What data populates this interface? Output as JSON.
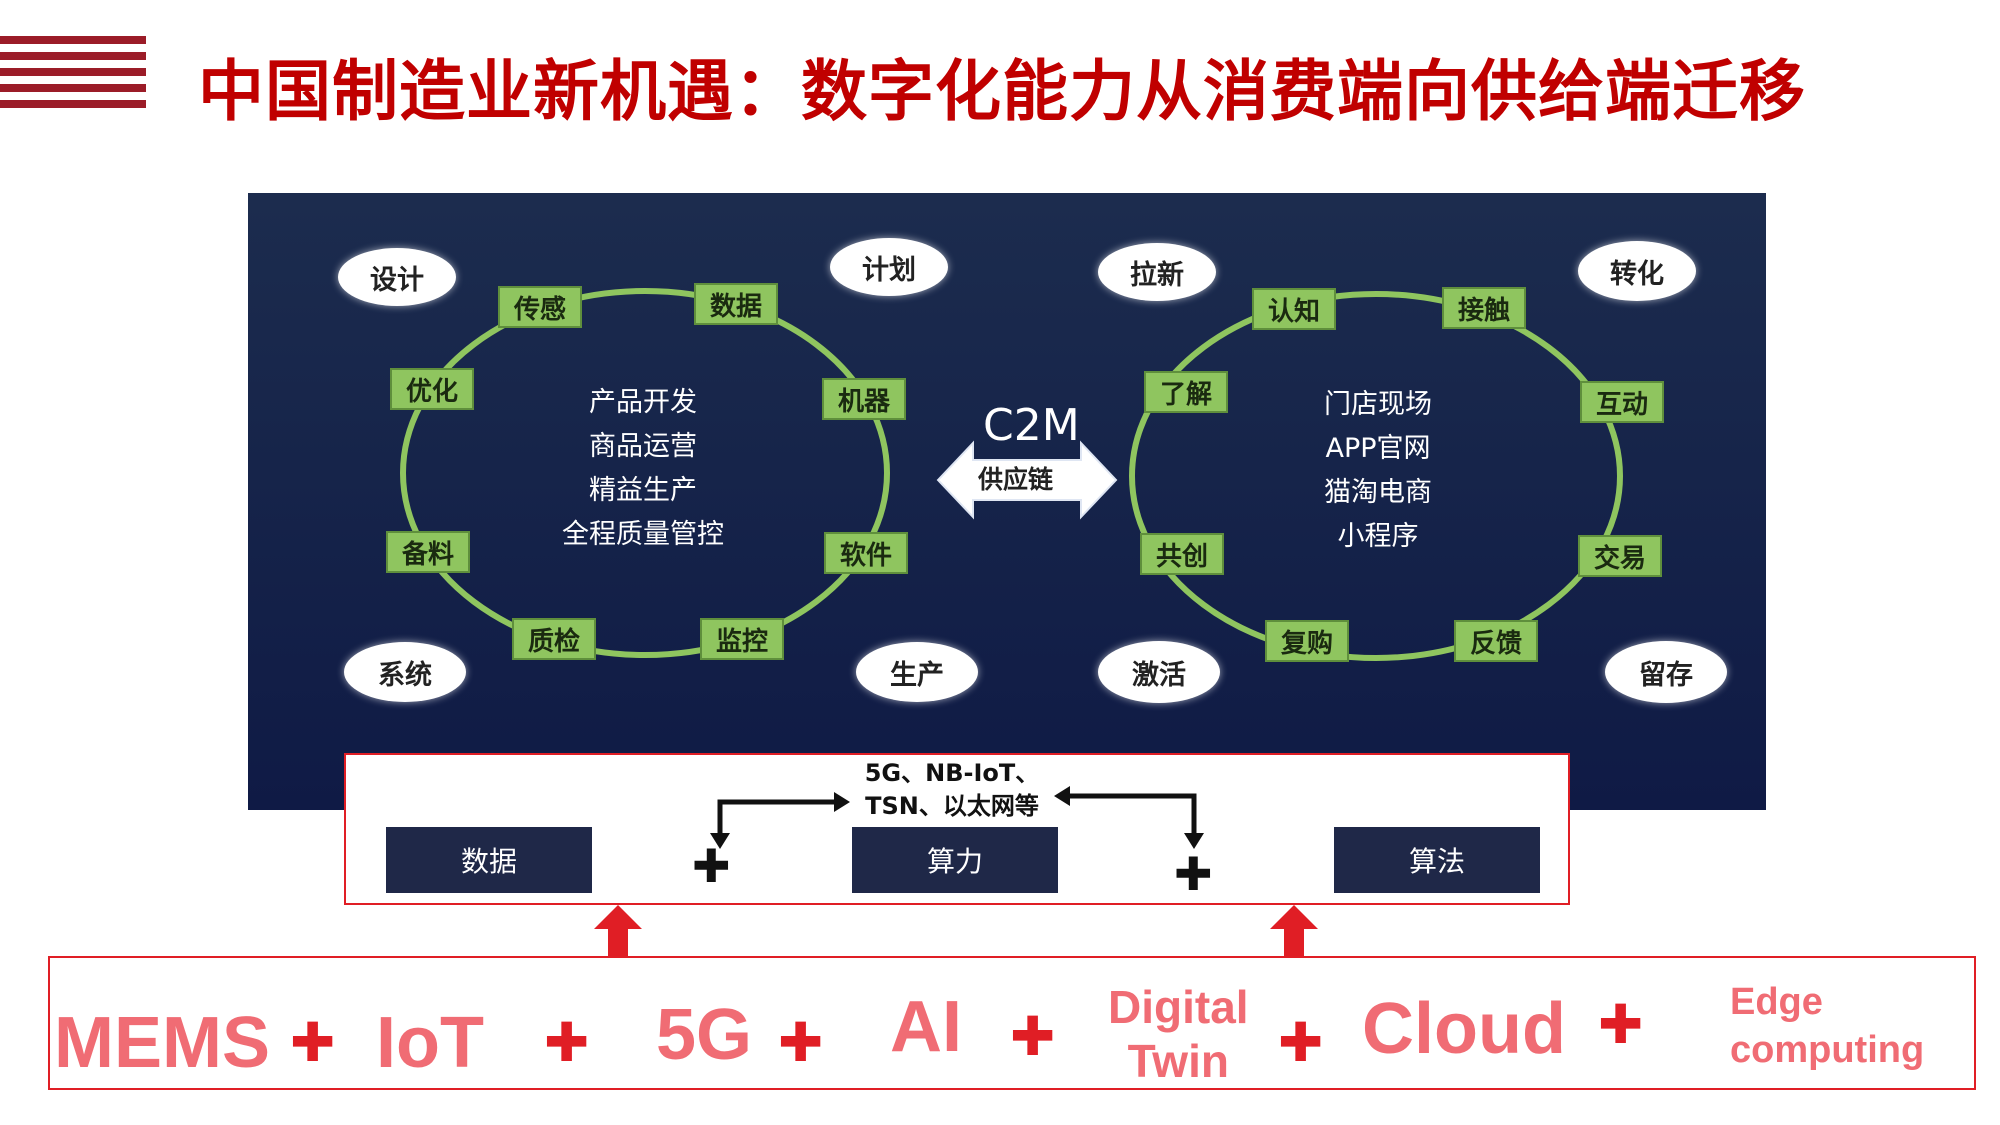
{
  "title": "中国制造业新机遇：数字化能力从消费端向供给端迁移",
  "left_cycle": {
    "corners": [
      "设计",
      "计划",
      "系统",
      "生产"
    ],
    "nodes": [
      "传感",
      "数据",
      "优化",
      "机器",
      "备料",
      "软件",
      "质检",
      "监控"
    ],
    "center": [
      "产品开发",
      "商品运营",
      "精益生产",
      "全程质量管控"
    ]
  },
  "middle": {
    "c2m": "C2M",
    "arrow_label": "供应链"
  },
  "right_cycle": {
    "corners": [
      "拉新",
      "转化",
      "激活",
      "留存"
    ],
    "nodes": [
      "认知",
      "接触",
      "了解",
      "互动",
      "共创",
      "交易",
      "复购",
      "反馈"
    ],
    "center": [
      "门店现场",
      "APP官网",
      "猫淘电商",
      "小程序"
    ]
  },
  "capabilities": {
    "network_line1": "5G、NB-IoT、",
    "network_line2": "TSN、以太网等",
    "items": [
      "数据",
      "算力",
      "算法"
    ],
    "plus": "✚"
  },
  "technologies": {
    "items": [
      "MEMS",
      "IoT",
      "5G",
      "AI",
      "Digital",
      "Twin",
      "Cloud",
      "Edge",
      "computing"
    ],
    "plus": "✚"
  },
  "colors": {
    "title_red": "#c00000",
    "accent_red": "#e01e25",
    "tech_pink": "#f06c74",
    "panel_navy": "#16244a",
    "node_green": "#8fc55f",
    "button_navy": "#1f2848"
  }
}
